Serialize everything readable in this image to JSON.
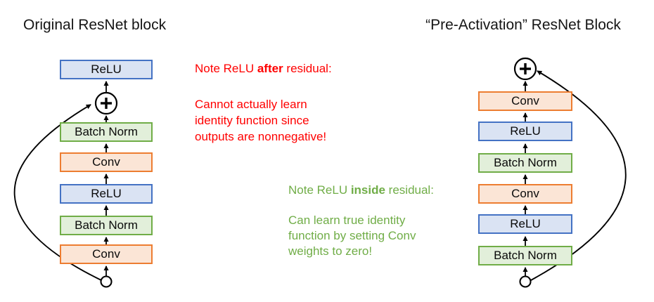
{
  "colors": {
    "relu_fill": "#DAE3F3",
    "relu_border": "#4472C4",
    "bn_fill": "#E2EFDA",
    "bn_border": "#70AD47",
    "conv_fill": "#FBE5D6",
    "conv_border": "#ED7D31",
    "red_text": "#FF0000",
    "green_text": "#70AD47",
    "line_color": "#000000"
  },
  "left_block": {
    "title": "Original ResNet block",
    "layers": [
      {
        "label": "ReLU",
        "type": "relu"
      },
      {
        "label": "Batch Norm",
        "type": "batchnorm"
      },
      {
        "label": "Conv",
        "type": "conv"
      },
      {
        "label": "ReLU",
        "type": "relu"
      },
      {
        "label": "Batch Norm",
        "type": "batchnorm"
      },
      {
        "label": "Conv",
        "type": "conv"
      }
    ]
  },
  "right_block": {
    "title": "“Pre-Activation” ResNet Block",
    "layers": [
      {
        "label": "Conv",
        "type": "conv"
      },
      {
        "label": "ReLU",
        "type": "relu"
      },
      {
        "label": "Batch Norm",
        "type": "batchnorm"
      },
      {
        "label": "Conv",
        "type": "conv"
      },
      {
        "label": "ReLU",
        "type": "relu"
      },
      {
        "label": "Batch Norm",
        "type": "batchnorm"
      }
    ]
  },
  "notes": {
    "red": {
      "prefix": "Note ReLU ",
      "bold": "after",
      "suffix": " residual:",
      "lines": [
        "Cannot actually learn",
        "identity function since",
        "outputs are nonnegative!"
      ]
    },
    "green": {
      "prefix": "Note ReLU ",
      "bold": "inside",
      "suffix": " residual:",
      "lines": [
        "Can learn true identity",
        "function by setting Conv",
        "weights to zero!"
      ]
    }
  },
  "icons": {
    "plus_icon": "+",
    "input_node": "○"
  }
}
